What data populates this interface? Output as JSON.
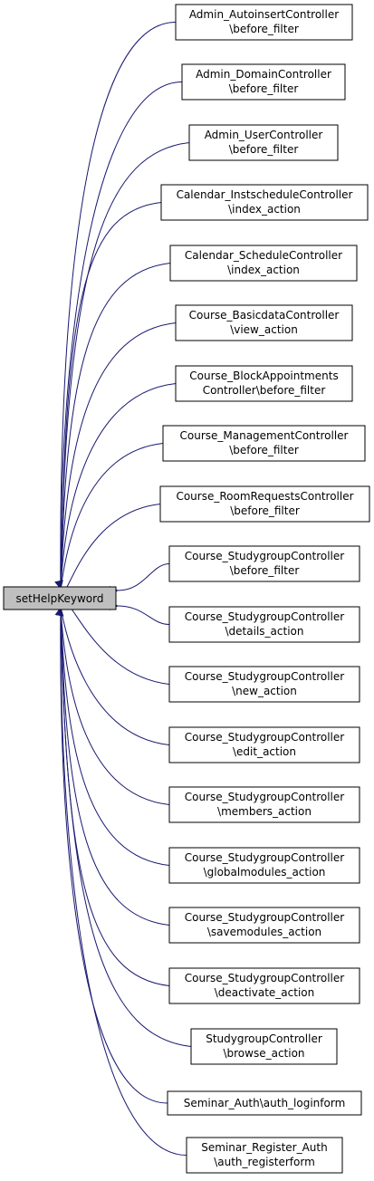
{
  "root": {
    "label": "setHelpKeyword",
    "fill": "#bfbfbf"
  },
  "edge_color": "#191970",
  "callers": [
    {
      "lines": [
        "Admin_AutoinsertController",
        "\\before_filter"
      ]
    },
    {
      "lines": [
        "Admin_DomainController",
        "\\before_filter"
      ]
    },
    {
      "lines": [
        "Admin_UserController",
        "\\before_filter"
      ]
    },
    {
      "lines": [
        "Calendar_InstscheduleController",
        "\\index_action"
      ]
    },
    {
      "lines": [
        "Calendar_ScheduleController",
        "\\index_action"
      ]
    },
    {
      "lines": [
        "Course_BasicdataController",
        "\\view_action"
      ]
    },
    {
      "lines": [
        "Course_BlockAppointments",
        "Controller\\before_filter"
      ]
    },
    {
      "lines": [
        "Course_ManagementController",
        "\\before_filter"
      ]
    },
    {
      "lines": [
        "Course_RoomRequestsController",
        "\\before_filter"
      ]
    },
    {
      "lines": [
        "Course_StudygroupController",
        "\\before_filter"
      ]
    },
    {
      "lines": [
        "Course_StudygroupController",
        "\\details_action"
      ]
    },
    {
      "lines": [
        "Course_StudygroupController",
        "\\new_action"
      ]
    },
    {
      "lines": [
        "Course_StudygroupController",
        "\\edit_action"
      ]
    },
    {
      "lines": [
        "Course_StudygroupController",
        "\\members_action"
      ]
    },
    {
      "lines": [
        "Course_StudygroupController",
        "\\globalmodules_action"
      ]
    },
    {
      "lines": [
        "Course_StudygroupController",
        "\\savemodules_action"
      ]
    },
    {
      "lines": [
        "Course_StudygroupController",
        "\\deactivate_action"
      ]
    },
    {
      "lines": [
        "StudygroupController",
        "\\browse_action"
      ]
    },
    {
      "lines": [
        "Seminar_Auth\\auth_loginform"
      ]
    },
    {
      "lines": [
        "Seminar_Register_Auth",
        "\\auth_registerform"
      ]
    }
  ]
}
